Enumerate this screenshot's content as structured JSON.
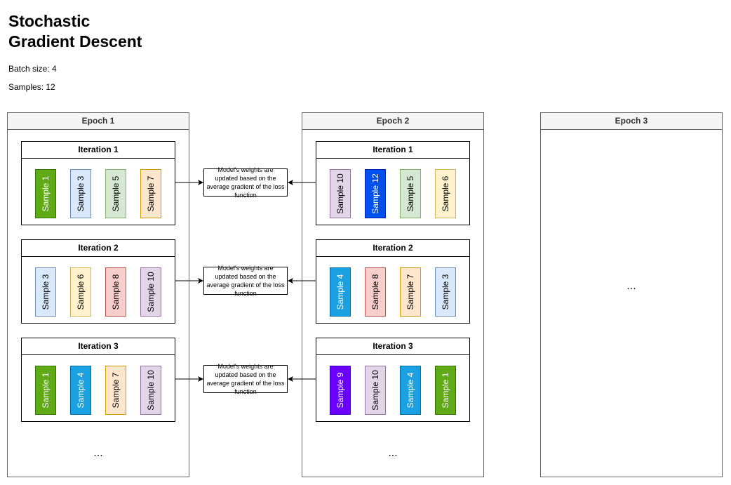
{
  "title_line1": "Stochastic",
  "title_line2": "Gradient Descent",
  "batch_size": "Batch size: 4",
  "samples": "Samples: 12",
  "note": "Model's weights are updated based on the average gradient of the loss function",
  "ellipsis": "...",
  "epochs": [
    {
      "label": "Epoch 1",
      "iterations": [
        {
          "label": "Iteration 1",
          "samples": [
            {
              "label": "Sample 1",
              "fill": "#60a917",
              "stroke": "#2d7600",
              "text": "#ffffff"
            },
            {
              "label": "Sample 3",
              "fill": "#dae8fc",
              "stroke": "#6c8ebf",
              "text": "#000000"
            },
            {
              "label": "Sample 5",
              "fill": "#d5e8d4",
              "stroke": "#82b366",
              "text": "#000000"
            },
            {
              "label": "Sample 7",
              "fill": "#ffe6cc",
              "stroke": "#d79b00",
              "text": "#000000"
            }
          ]
        },
        {
          "label": "Iteration 2",
          "samples": [
            {
              "label": "Sample 3",
              "fill": "#dae8fc",
              "stroke": "#6c8ebf",
              "text": "#000000"
            },
            {
              "label": "Sample 6",
              "fill": "#fff2cc",
              "stroke": "#d6b656",
              "text": "#000000"
            },
            {
              "label": "Sample 8",
              "fill": "#f8cecc",
              "stroke": "#b85450",
              "text": "#000000"
            },
            {
              "label": "Sample 10",
              "fill": "#e1d5e7",
              "stroke": "#9673a6",
              "text": "#000000"
            }
          ]
        },
        {
          "label": "Iteration 3",
          "samples": [
            {
              "label": "Sample 1",
              "fill": "#60a917",
              "stroke": "#2d7600",
              "text": "#ffffff"
            },
            {
              "label": "Sample 4",
              "fill": "#1ba1e2",
              "stroke": "#006eaf",
              "text": "#ffffff"
            },
            {
              "label": "Sample 7",
              "fill": "#ffe6cc",
              "stroke": "#d79b00",
              "text": "#000000"
            },
            {
              "label": "Sample 10",
              "fill": "#e1d5e7",
              "stroke": "#9673a6",
              "text": "#000000"
            }
          ]
        }
      ]
    },
    {
      "label": "Epoch 2",
      "iterations": [
        {
          "label": "Iteration 1",
          "samples": [
            {
              "label": "Sample 10",
              "fill": "#e1d5e7",
              "stroke": "#9673a6",
              "text": "#000000"
            },
            {
              "label": "Sample 12",
              "fill": "#0050ef",
              "stroke": "#001dbc",
              "text": "#ffffff"
            },
            {
              "label": "Sample 5",
              "fill": "#d5e8d4",
              "stroke": "#82b366",
              "text": "#000000"
            },
            {
              "label": "Sample 6",
              "fill": "#fff2cc",
              "stroke": "#d6b656",
              "text": "#000000"
            }
          ]
        },
        {
          "label": "Iteration 2",
          "samples": [
            {
              "label": "Sample 4",
              "fill": "#1ba1e2",
              "stroke": "#006eaf",
              "text": "#ffffff"
            },
            {
              "label": "Sample 8",
              "fill": "#f8cecc",
              "stroke": "#b85450",
              "text": "#000000"
            },
            {
              "label": "Sample 7",
              "fill": "#ffe6cc",
              "stroke": "#d79b00",
              "text": "#000000"
            },
            {
              "label": "Sample 3",
              "fill": "#dae8fc",
              "stroke": "#6c8ebf",
              "text": "#000000"
            }
          ]
        },
        {
          "label": "Iteration 3",
          "samples": [
            {
              "label": "Sample 9",
              "fill": "#6a00ff",
              "stroke": "#3700cc",
              "text": "#ffffff"
            },
            {
              "label": "Sample 10",
              "fill": "#e1d5e7",
              "stroke": "#9673a6",
              "text": "#000000"
            },
            {
              "label": "Sample 4",
              "fill": "#1ba1e2",
              "stroke": "#006eaf",
              "text": "#ffffff"
            },
            {
              "label": "Sample 1",
              "fill": "#60a917",
              "stroke": "#2d7600",
              "text": "#ffffff"
            }
          ]
        }
      ]
    },
    {
      "label": "Epoch 3",
      "iterations": []
    }
  ]
}
